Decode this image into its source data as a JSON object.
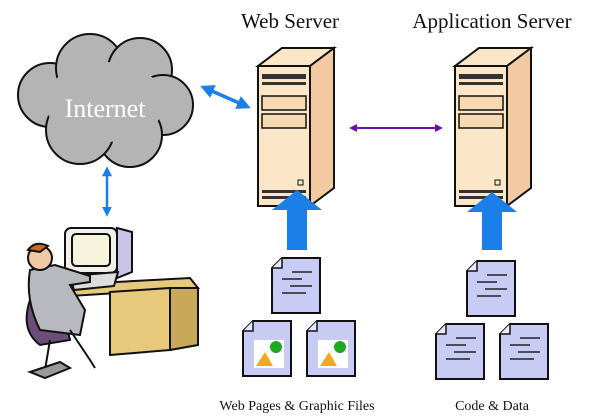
{
  "labels": {
    "web_server": "Web Server",
    "app_server": "Application Server",
    "internet": "Internet",
    "web_files": "Web Pages & Graphic Files",
    "code_data": "Code & Data"
  },
  "colors": {
    "cloud": "#b4b4b4",
    "server_front": "#fbe6c8",
    "server_side": "#f2c9a0",
    "arrow_blue": "#1a7fe8",
    "arrow_purple": "#6a12b0",
    "document": "#c8cbf4",
    "desk": "#e6c97a"
  },
  "icons": [
    "cloud-icon",
    "server-icon",
    "document-icon",
    "image-document-icon",
    "user-at-computer-icon"
  ]
}
